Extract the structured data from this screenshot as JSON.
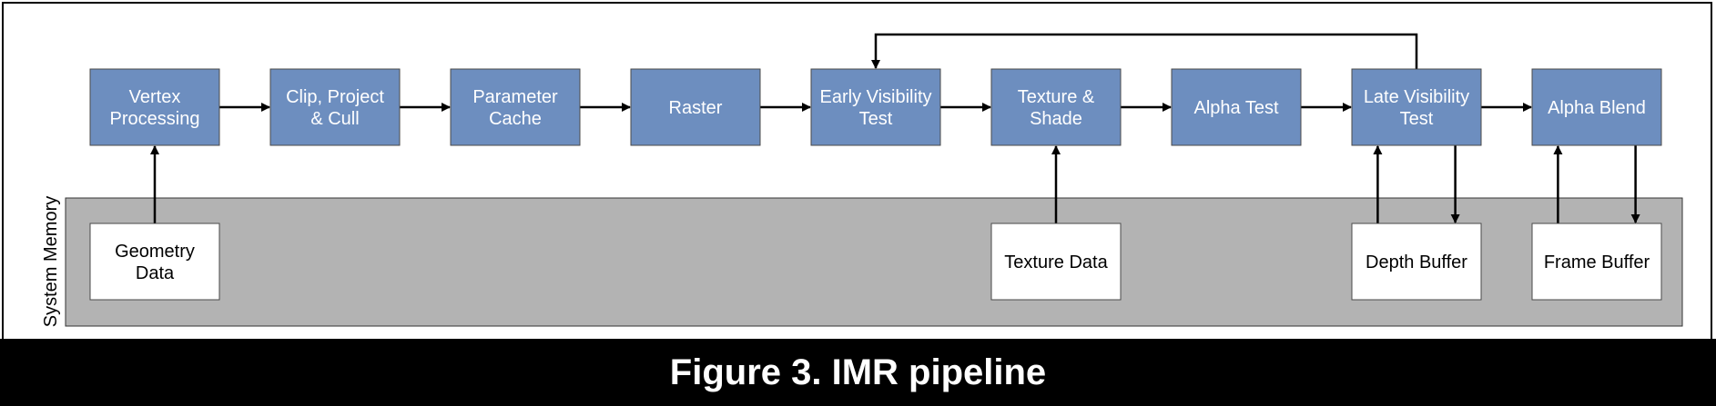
{
  "colors": {
    "process_fill": "#6d8ebf",
    "process_stroke": "#4a4a4a",
    "memory_fill": "#b3b3b3",
    "data_fill": "#ffffff",
    "caption_bg": "#000000",
    "caption_text": "#ffffff"
  },
  "memory_region": {
    "label": "System Memory"
  },
  "pipeline": [
    {
      "id": "vertex",
      "lines": [
        "Vertex",
        "Processing"
      ]
    },
    {
      "id": "clip",
      "lines": [
        "Clip, Project",
        "& Cull"
      ]
    },
    {
      "id": "param",
      "lines": [
        "Parameter",
        "Cache"
      ]
    },
    {
      "id": "raster",
      "lines": [
        "Raster"
      ]
    },
    {
      "id": "early",
      "lines": [
        "Early Visibility",
        "Test"
      ]
    },
    {
      "id": "texshade",
      "lines": [
        "Texture &",
        "Shade"
      ]
    },
    {
      "id": "alphatest",
      "lines": [
        "Alpha Test"
      ]
    },
    {
      "id": "late",
      "lines": [
        "Late Visibility",
        "Test"
      ]
    },
    {
      "id": "alphablend",
      "lines": [
        "Alpha Blend"
      ]
    }
  ],
  "memory_items": [
    {
      "id": "geometry",
      "lines": [
        "Geometry",
        "Data"
      ]
    },
    {
      "id": "texture",
      "lines": [
        "Texture Data"
      ]
    },
    {
      "id": "depth",
      "lines": [
        "Depth Buffer"
      ]
    },
    {
      "id": "frame",
      "lines": [
        "Frame Buffer"
      ]
    }
  ],
  "connections": [
    {
      "from": "vertex",
      "to": "clip"
    },
    {
      "from": "clip",
      "to": "param"
    },
    {
      "from": "param",
      "to": "raster"
    },
    {
      "from": "raster",
      "to": "early"
    },
    {
      "from": "early",
      "to": "texshade"
    },
    {
      "from": "texshade",
      "to": "alphatest"
    },
    {
      "from": "alphatest",
      "to": "late"
    },
    {
      "from": "late",
      "to": "alphablend"
    },
    {
      "from": "late",
      "to": "early",
      "kind": "feedback"
    },
    {
      "from": "geometry",
      "to": "vertex"
    },
    {
      "from": "texture",
      "to": "texshade"
    },
    {
      "from": "depth",
      "to": "late"
    },
    {
      "from": "late",
      "to": "depth"
    },
    {
      "from": "frame",
      "to": "alphablend"
    },
    {
      "from": "alphablend",
      "to": "frame"
    }
  ],
  "caption": "Figure 3. IMR pipeline"
}
